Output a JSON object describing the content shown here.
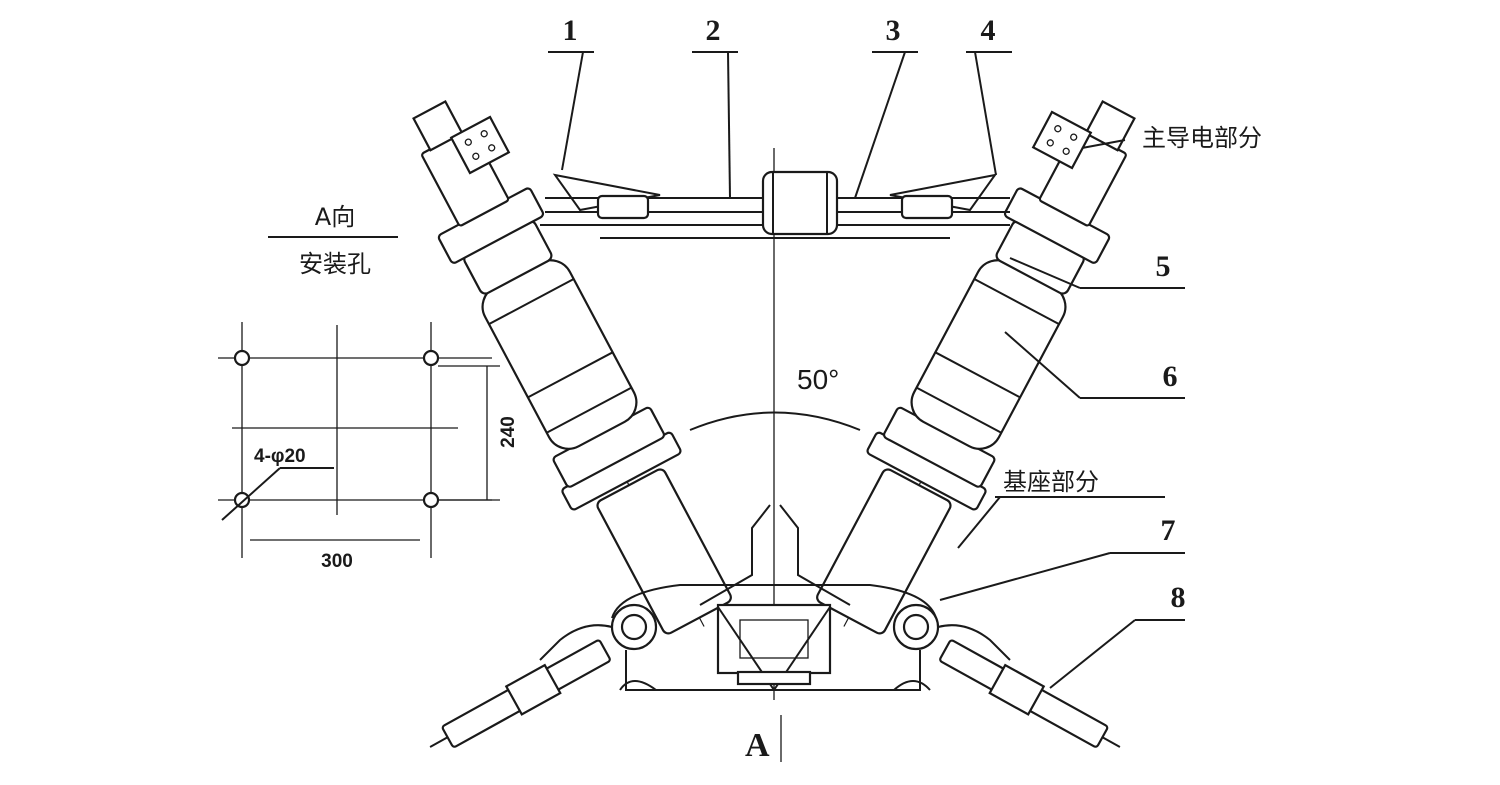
{
  "labels": {
    "n1": "1",
    "n2": "2",
    "n3": "3",
    "n4": "4",
    "n5": "5",
    "n6": "6",
    "n7": "7",
    "n8": "8"
  },
  "text": {
    "main_conductor": "主导电部分",
    "base": "基座部分",
    "view_dir": "A向",
    "mount_holes": "安装孔",
    "hole_spec": "4-φ20",
    "dim_width": "300",
    "dim_height": "240",
    "angle": "50°",
    "view_arrow": "A"
  }
}
